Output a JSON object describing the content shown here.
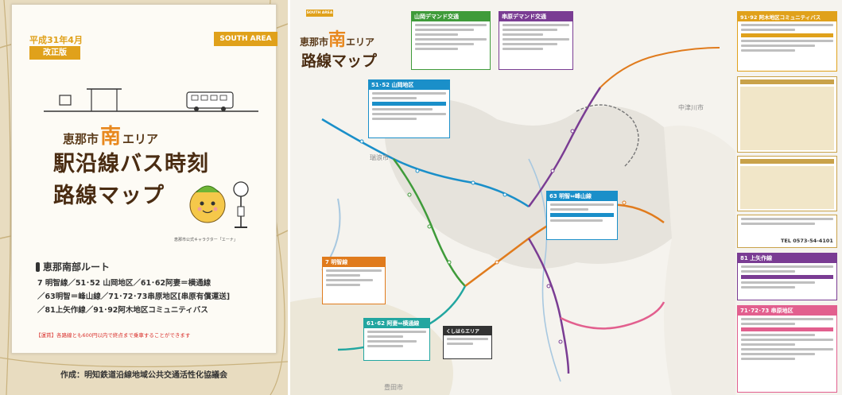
{
  "cover": {
    "date": "平成31年4月",
    "revised": "改正版",
    "area_tag": "SOUTH AREA",
    "area_prefix": "恵那市",
    "area_char": "南",
    "area_suffix": "エリア",
    "title_line1": "駅沿線バス時刻",
    "title_line2": "路線マップ",
    "mascot_caption": "恵那市公式キャラクター「エーナ」",
    "route_heading": "恵那南部ルート",
    "route_lines": [
      "7 明智線／51･52 山岡地区／61･62阿妻＝横通線",
      "／63明智＝峰山線／71･72･73串原地区[串原有償運送]",
      "／81上矢作線／91･92阿木地区コミュニティバス"
    ],
    "fare_note": "【運賃】各路線とも600円以内で終点まで乗車することができます",
    "footer": "作成：明知鉄道沿線地域公共交通活性化協議会"
  },
  "map": {
    "area_tag": "SOUTH AREA",
    "area_prefix": "恵那市",
    "area_char": "南",
    "area_suffix": "エリア",
    "title": "路線マップ",
    "cities": {
      "mizunami": "瑞浪市",
      "nakatsugawa": "中津川市",
      "toyota": "豊田市"
    },
    "boxes": {
      "yamaoka_demand": "山岡デマンド交通",
      "kushihara_demand": "串原デマンド交通",
      "r51_52": "51･52 山岡地区",
      "r63": "63 明智⇔峰山線",
      "r7": "7 明智線",
      "r61_62": "61･62 阿妻⇔横通線",
      "kushibara_area": "くしはらエリア",
      "r91_92": "91･92 阿木地区コミュニティバス",
      "r81": "81 上矢作線",
      "r71_73": "71･72･73 串原地区"
    },
    "tel": "TEL 0573-54-4101"
  },
  "colors": {
    "accent_orange": "#e0a11b",
    "route_green": "#3f9b3a",
    "route_blue": "#1a8fc9",
    "route_purple": "#7a3c93",
    "route_orange": "#e07b1d",
    "route_teal": "#22a6a0",
    "route_pink": "#e25f8e"
  }
}
